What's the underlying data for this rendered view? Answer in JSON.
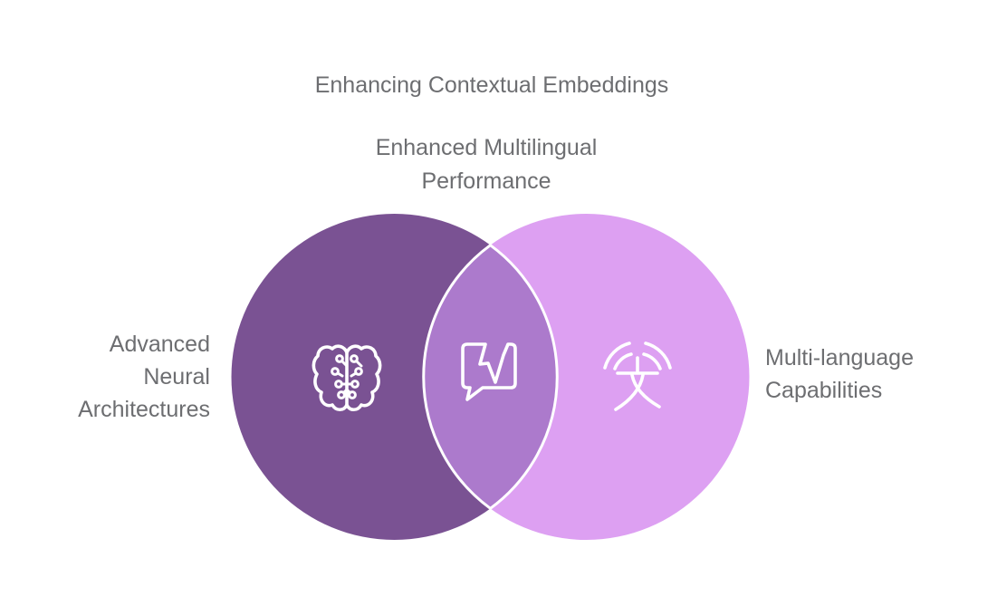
{
  "title": "Enhancing Contextual Embeddings",
  "venn": {
    "intersection": {
      "label_lines": [
        "Enhanced Multilingual",
        "Performance"
      ],
      "color": "#ac7acc",
      "outline_color": "#ffffff",
      "icon": "broken-message-icon"
    },
    "left": {
      "label_lines": [
        "Advanced",
        "Neural",
        "Architectures"
      ],
      "color": "#7a5293",
      "icon": "circuit-brain-icon"
    },
    "right": {
      "label_lines": [
        "Multi-language",
        "Capabilities"
      ],
      "color": "#dda0f2",
      "icon": "language-translation-icon"
    }
  },
  "colors": {
    "background": "#ffffff",
    "text": "#6d6e71",
    "icon_stroke": "#ffffff"
  }
}
